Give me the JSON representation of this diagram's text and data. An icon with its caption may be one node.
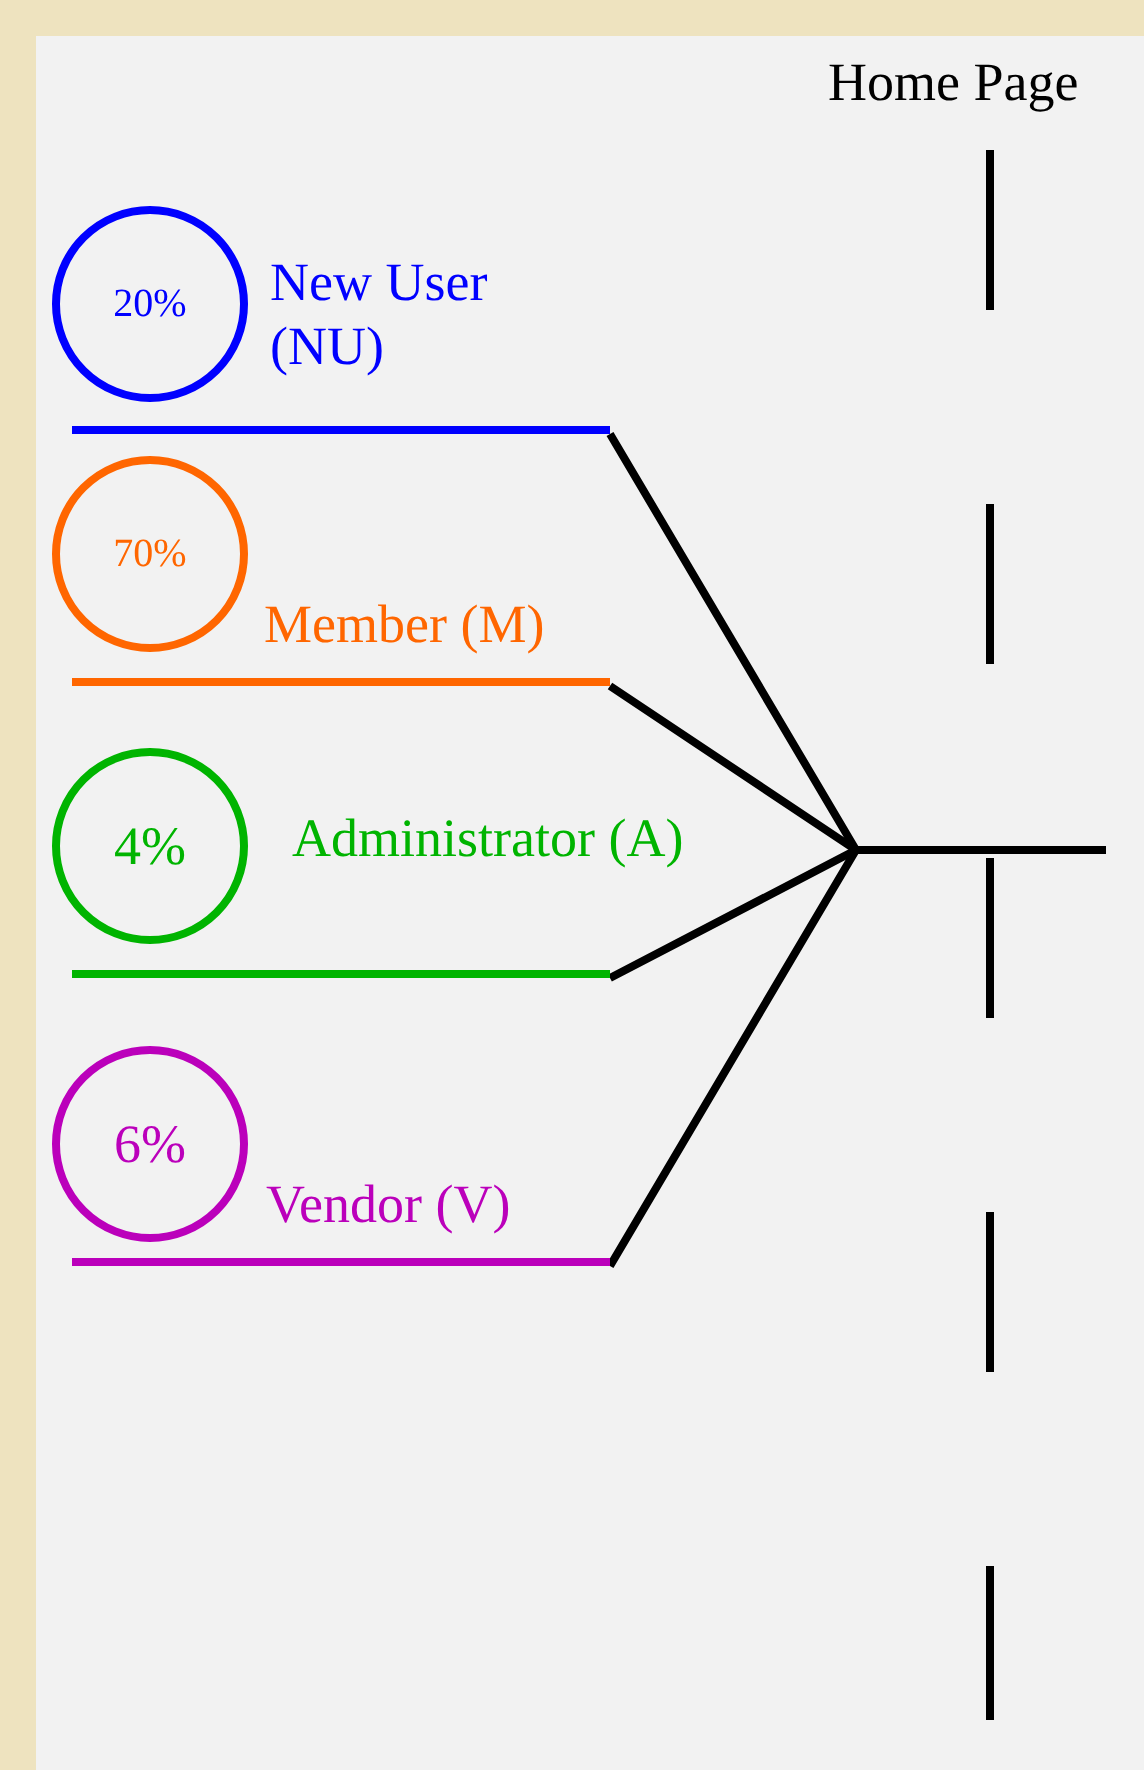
{
  "diagram": {
    "nodes": [
      {
        "text": [
          "20%"
        ]
      },
      {
        "text": [
          "New User (NU)"
        ]
      },
      {
        "text": [
          "70%"
        ]
      },
      {
        "text": [
          "Member (M)"
        ]
      },
      {
        "text": [
          "4%"
        ]
      },
      {
        "text": [
          "Administrator (A)"
        ]
      },
      {
        "text": [
          "6%"
        ]
      },
      {
        "text": [
          "Vendor (V)"
        ]
      }
    ],
    "edges": [
      {
        "from": 1,
        "to": null,
        "arrow": "none"
      },
      {
        "from": 3,
        "to": null,
        "arrow": "none"
      },
      {
        "from": 5,
        "to": null,
        "arrow": "none"
      },
      {
        "from": 7,
        "to": null,
        "arrow": "none"
      }
    ],
    "labels": [
      "Home Page"
    ]
  }
}
